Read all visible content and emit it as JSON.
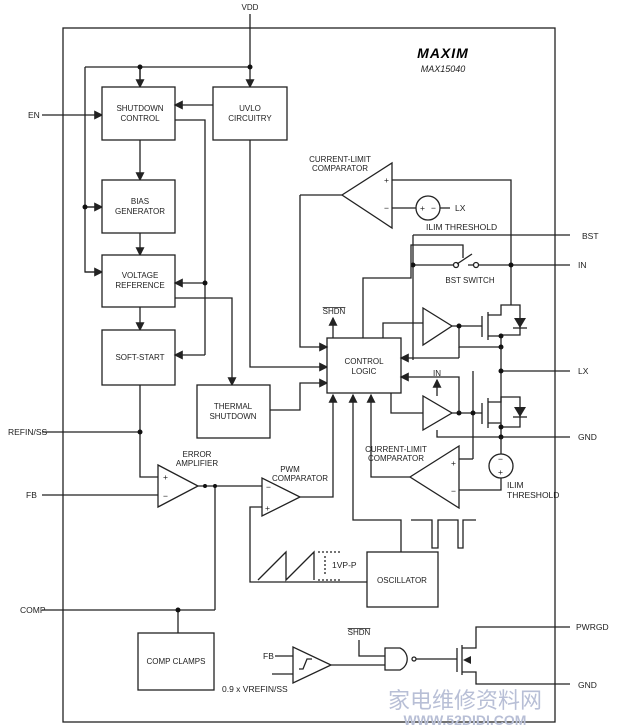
{
  "title": {
    "brand": "MAXIM",
    "part": "MAX15040"
  },
  "pins": {
    "vdd": "VDD",
    "en": "EN",
    "refin_ss": "REFIN/SS",
    "fb": "FB",
    "comp": "COMP",
    "bst": "BST",
    "in": "IN",
    "lx": "LX",
    "gnd": "GND",
    "pwrgd": "PWRGD",
    "gnd2": "GND"
  },
  "blocks": {
    "shutdown": [
      "SHUTDOWN",
      "CONTROL"
    ],
    "uvlo": [
      "UVLO",
      "CIRCUITRY"
    ],
    "bias": [
      "BIAS",
      "GENERATOR"
    ],
    "vref": [
      "VOLTAGE",
      "REFERENCE"
    ],
    "softstart": "SOFT-START",
    "thermal": [
      "THERMAL",
      "SHUTDOWN"
    ],
    "control": [
      "CONTROL",
      "LOGIC"
    ],
    "oscillator": "OSCILLATOR",
    "clamps": "COMP CLAMPS"
  },
  "labels": {
    "cl_comp_top": [
      "CURRENT-LIMIT",
      "COMPARATOR"
    ],
    "cl_comp_bot": [
      "CURRENT-LIMIT",
      "COMPARATOR"
    ],
    "ilim_top": "ILIM THRESHOLD",
    "ilim_bot": [
      "ILIM",
      "THRESHOLD"
    ],
    "lx_src": "LX",
    "bst_switch": "BST SWITCH",
    "shdn": "SHDN",
    "shdn2": "SHDN",
    "in_driver": "IN",
    "error_amp": [
      "ERROR",
      "AMPLIFIER"
    ],
    "pwm_comp": [
      "PWM",
      "COMPARATOR"
    ],
    "ramp": "1VP-P",
    "pg_fb": "FB",
    "pg_ref": "0.9 x VREFIN/SS"
  },
  "watermark": {
    "cn": "家电维修资料网",
    "url": "WWW.52DIDI.COM"
  }
}
